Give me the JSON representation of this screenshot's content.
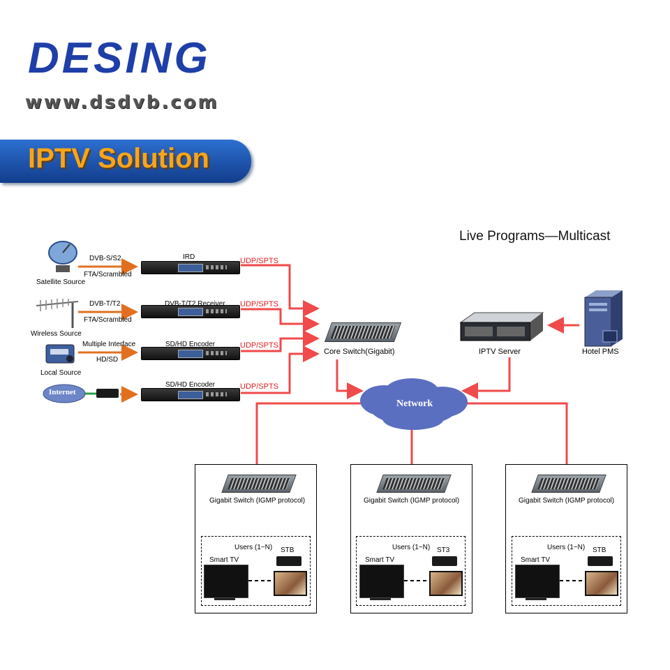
{
  "brand": {
    "logo_text": "DESING",
    "website": "www.dsdvb.com"
  },
  "banner": {
    "title": "IPTV Solution"
  },
  "heading": "Live Programs—Multicast",
  "sources": [
    {
      "name": "Satellite Source",
      "signal": "DVB-S/S2",
      "type": "FTA/Scrambled",
      "device": "IRD",
      "output": "UDP/SPTS"
    },
    {
      "name": "Wireless Source",
      "signal": "DVB-T/T2",
      "type": "FTA/Scrambled",
      "device": "DVB-T/T2 Receiver",
      "output": "UDP/SPTS"
    },
    {
      "name": "Local Source",
      "signal": "Multiple Interface",
      "type": "HD/SD",
      "device": "SD/HD Encoder",
      "output": "UDP/SPTS"
    },
    {
      "name": "Internet",
      "device": "SD/HD Encoder",
      "output": "UDP/SPTS"
    }
  ],
  "core_switch": "Core Switch(Gigabit)",
  "network": "Network",
  "server": "IPTV Server",
  "pms": "Hotel PMS",
  "branches": [
    {
      "switch": "Gigabit Switch (IGMP protocol)",
      "users": "Users (1~N)",
      "tv": "Smart TV",
      "stb": "STB"
    },
    {
      "switch": "Gigabit Switch (IGMP protocol)",
      "users": "Users (1~N)",
      "tv": "Smart TV",
      "stb": "ST3"
    },
    {
      "switch": "Gigabit Switch (IGMP protocol)",
      "users": "Users (1~N)",
      "tv": "Smart TV",
      "stb": "STB"
    }
  ],
  "colors": {
    "link": "#f04a4a",
    "arrow": "#e07020",
    "brand": "#1f3fa8",
    "banner_text": "#f7a51c",
    "cloud": "#5b6fc0"
  },
  "icons": [
    "satellite-dish-icon",
    "antenna-icon",
    "camera-device-icon",
    "internet-cloud-icon",
    "server-icon",
    "pc-tower-icon",
    "smart-tv-icon",
    "stb-icon",
    "monitor-icon"
  ]
}
